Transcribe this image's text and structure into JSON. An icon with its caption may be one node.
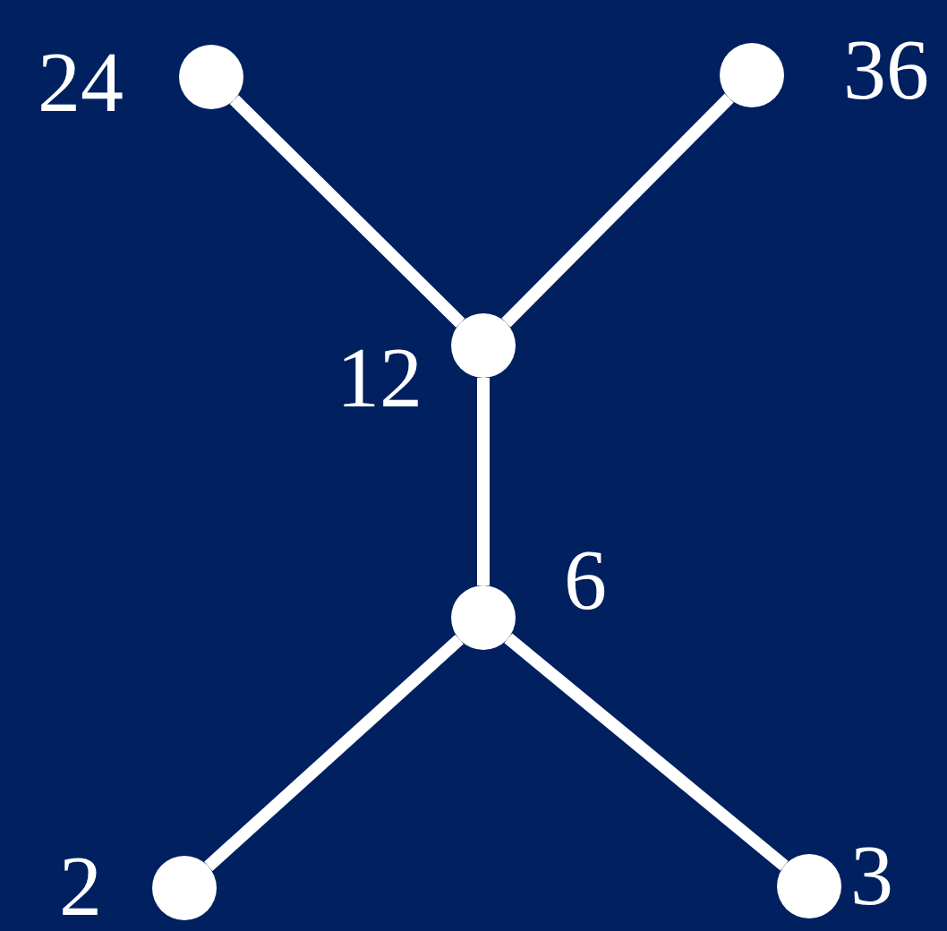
{
  "diagram": {
    "nodes": [
      {
        "text": [],
        "shape": "circle",
        "beside": [
          "24"
        ]
      },
      {
        "text": [],
        "shape": "circle",
        "beside": [
          "36"
        ]
      },
      {
        "text": [],
        "shape": "circle",
        "beside": [
          "12"
        ]
      },
      {
        "text": [],
        "shape": "circle",
        "beside": [
          "6"
        ]
      },
      {
        "text": [],
        "shape": "circle",
        "beside": [
          "2"
        ]
      },
      {
        "text": [],
        "shape": "circle",
        "beside": [
          "3"
        ]
      }
    ],
    "edges": [
      {
        "from": 0,
        "to": 2,
        "arrow": "none"
      },
      {
        "from": 1,
        "to": 2,
        "arrow": "none"
      },
      {
        "from": 2,
        "to": 3,
        "arrow": "none"
      },
      {
        "from": 3,
        "to": 4,
        "arrow": "none"
      },
      {
        "from": 3,
        "to": 5,
        "arrow": "none"
      }
    ]
  }
}
